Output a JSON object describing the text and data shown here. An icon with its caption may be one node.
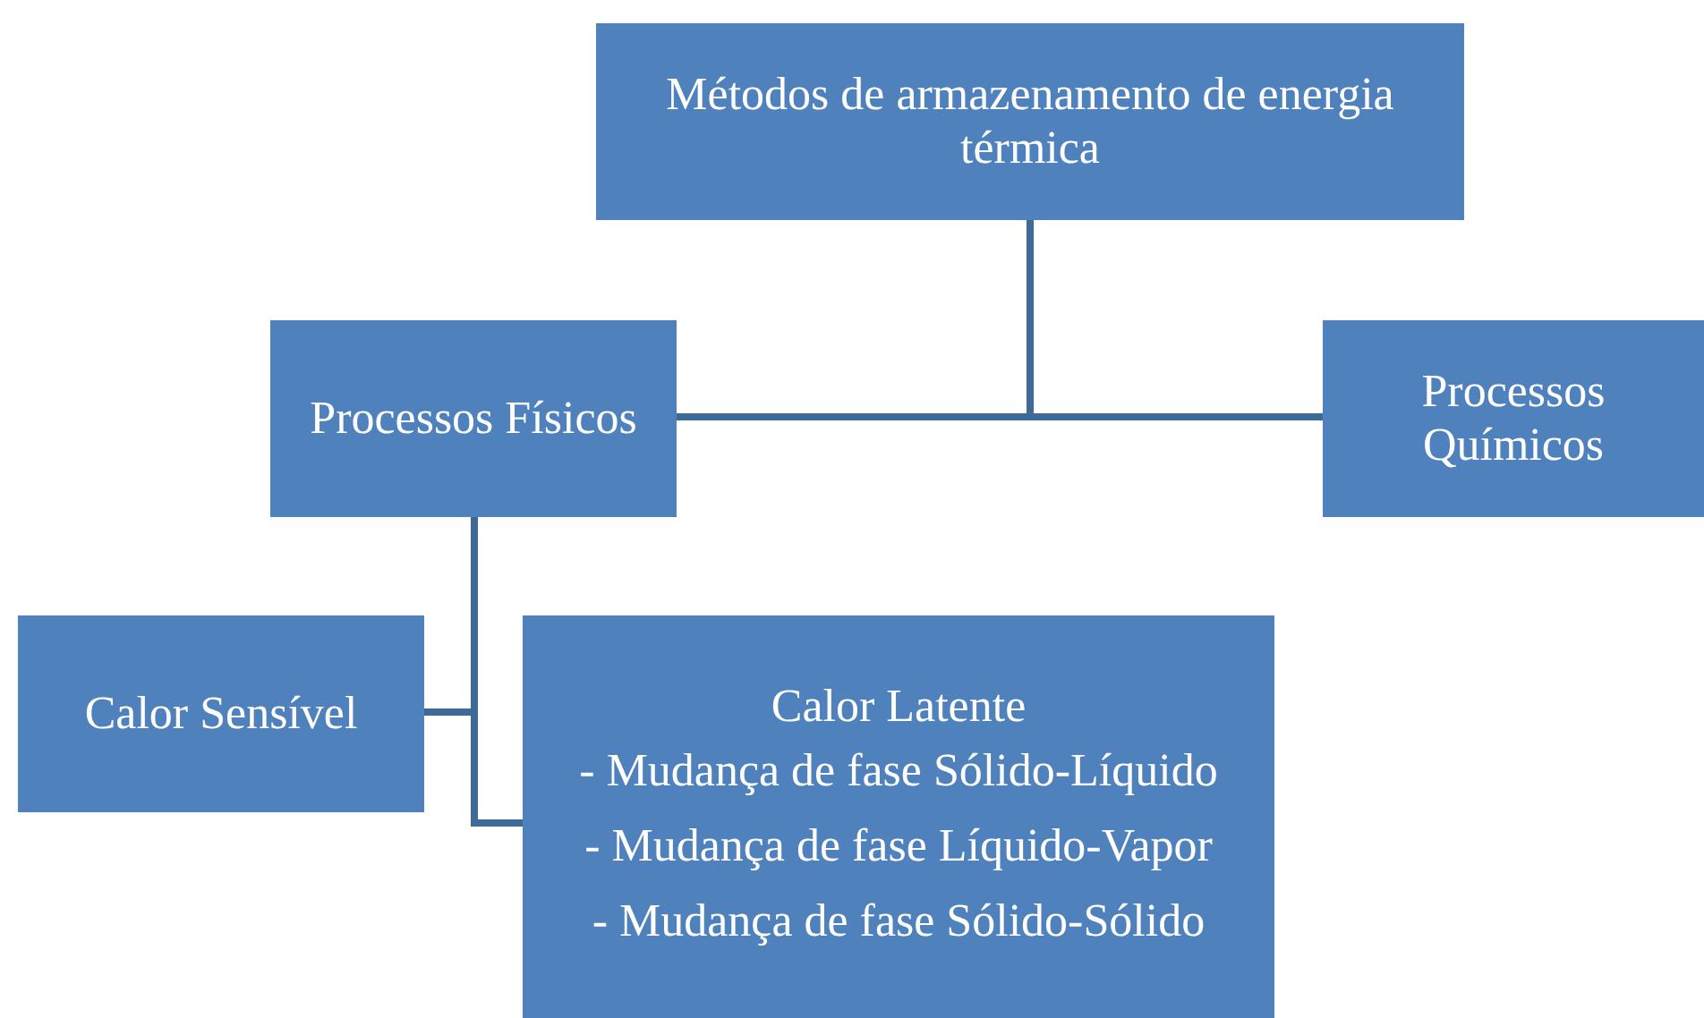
{
  "diagram": {
    "nodes": [
      {
        "text": [
          "Métodos de armazenamento de energia térmica"
        ]
      },
      {
        "text": [
          "Processos Físicos"
        ]
      },
      {
        "text": [
          "Processos Químicos"
        ]
      },
      {
        "text": [
          "Calor Sensível"
        ]
      },
      {
        "text": [
          "Calor Latente",
          "- Mudança de fase Sólido-Líquido",
          "- Mudança de fase Líquido-Vapor",
          "- Mudança de fase Sólido-Sólido"
        ]
      }
    ],
    "edges": [
      {
        "from": 0,
        "to": 1,
        "arrow": "none"
      },
      {
        "from": 0,
        "to": 2,
        "arrow": "none"
      },
      {
        "from": 1,
        "to": 3,
        "arrow": "none"
      },
      {
        "from": 1,
        "to": 4,
        "arrow": "none"
      }
    ]
  }
}
